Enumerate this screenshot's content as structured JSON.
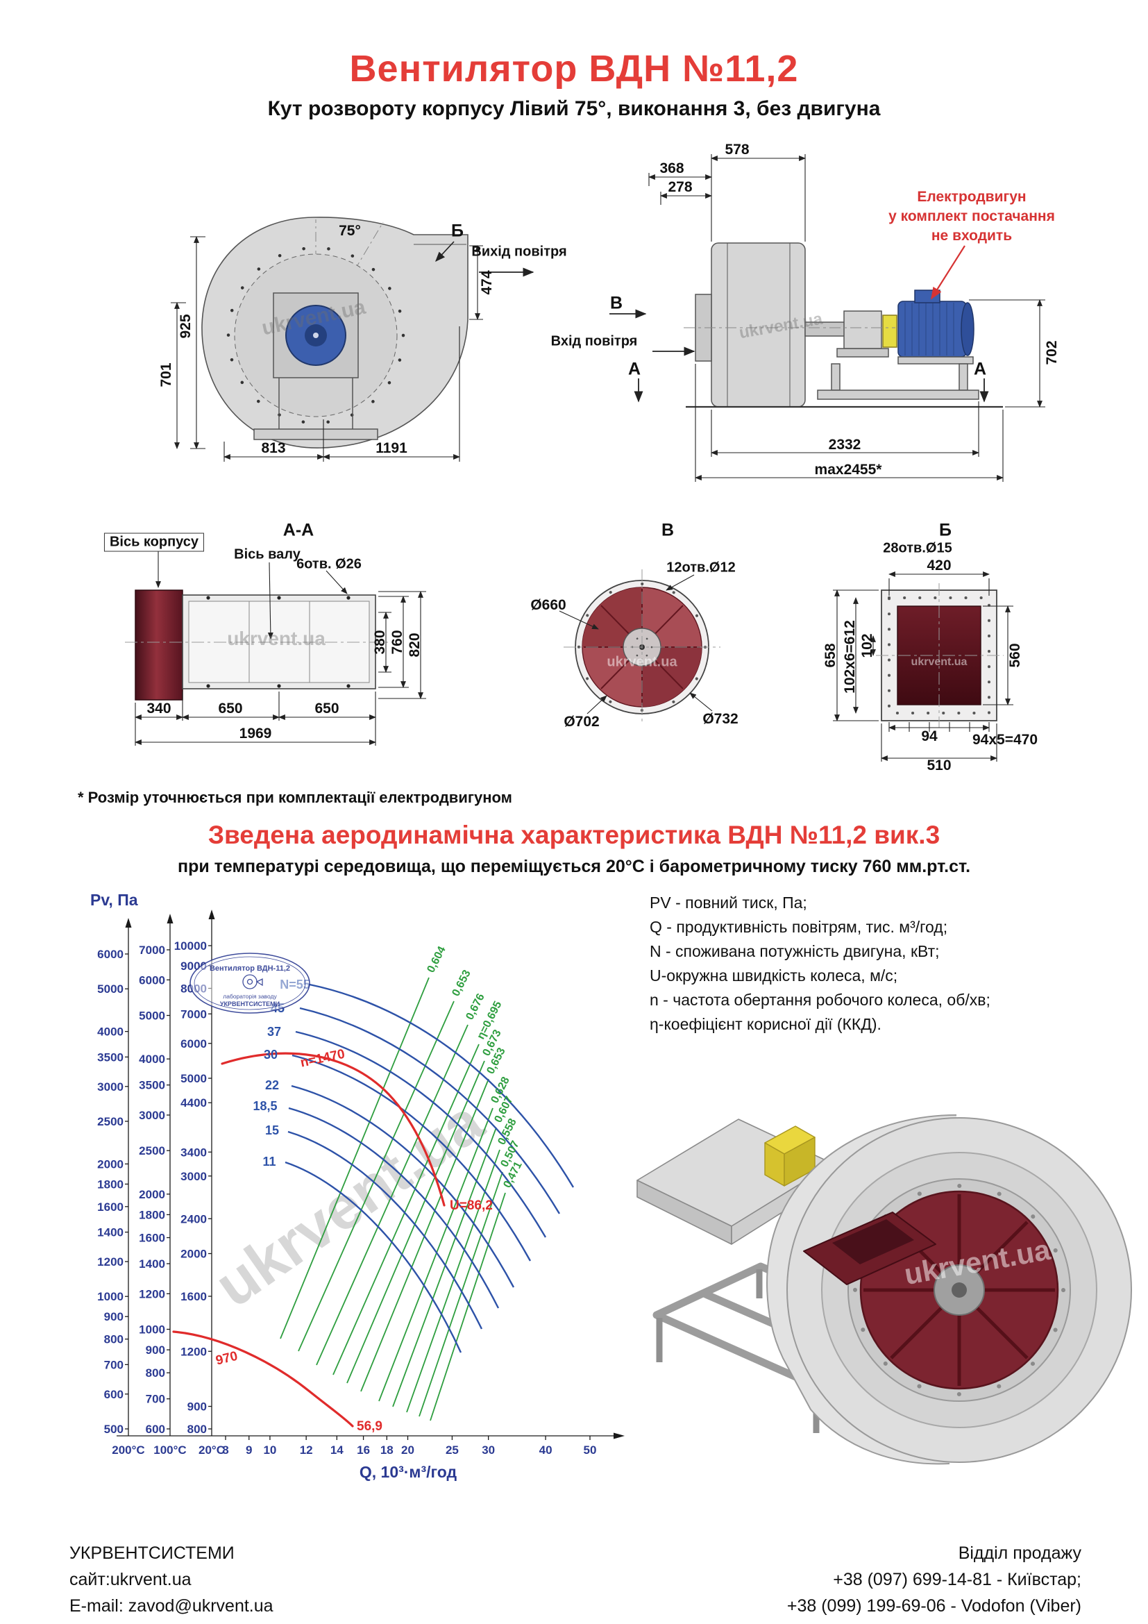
{
  "watermark": "ukrvent.ua",
  "header": {
    "title": "Вентилятор  ВДН №11,2",
    "subtitle": "Кут розвороту корпусу Лівий 75°, виконання 3, без двигуна"
  },
  "front_view": {
    "angle": "75°",
    "mark_b": "Б",
    "air_out": "Вихід повітря",
    "dim_474": "474",
    "dim_925": "925",
    "dim_701": "701",
    "dim_813": "813",
    "dim_1191": "1191"
  },
  "side_view": {
    "note_line1": "Електродвигун",
    "note_line2": "у комплект постачання",
    "note_line3": "не входить",
    "mark_v": "В",
    "air_in": "Вхід повітря",
    "mark_a": "А",
    "dim_578": "578",
    "dim_368": "368",
    "dim_278": "278",
    "dim_702": "702",
    "dim_2332": "2332",
    "dim_max2455": "max2455*"
  },
  "section_aa": {
    "title": "А-А",
    "axis_housing": "Вісь корпусу",
    "axis_shaft": "Вісь валу",
    "holes": "6отв. Ø26",
    "dim_380": "380",
    "dim_760": "760",
    "dim_820": "820",
    "dim_340": "340",
    "dim_650a": "650",
    "dim_650b": "650",
    "dim_1969": "1969"
  },
  "section_v": {
    "title": "В",
    "holes": "12отв.Ø12",
    "dim_660": "Ø660",
    "dim_702": "Ø702",
    "dim_732": "Ø732"
  },
  "section_b": {
    "title": "Б",
    "holes": "28отв.Ø15",
    "dim_420": "420",
    "dim_658": "658",
    "dim_102x6": "102х6=612",
    "dim_102": "102",
    "dim_560": "560",
    "dim_94": "94",
    "dim_94x5": "94х5=470",
    "dim_510": "510"
  },
  "footnote": "* Розмір уточнюється при комплектації електродвигуном",
  "aero": {
    "heading": "Зведена аеродинамічна характеристика ВДН №11,2 вик.3",
    "subheading": "при температурі середовища, що переміщується 20°С і барометричному тиску 760 мм.рт.ст.",
    "legend": [
      "PV - повний тиск, Па;",
      "Q - продуктивність повітрям, тис. м³/год;",
      "N - споживана потужність двигуна, кВт;",
      "U-окружна швидкість колеса, м/с;",
      "n - частота обертання робочого колеса, об/хв;",
      "η-коефіцієнт корисної дії (ККД)."
    ]
  },
  "chart_data": {
    "type": "line",
    "title": "Зведена аеродинамічна характеристика ВДН №11,2 вик.3",
    "ylabel": "Pv, Па",
    "xlabel": "Q, 10³·м³/год",
    "x_scale": "log",
    "x_ticks": [
      "8",
      "9",
      "10",
      "12",
      "14",
      "16",
      "18",
      "20",
      "25",
      "30",
      "40",
      "50"
    ],
    "temp_scales": [
      {
        "label": "200°C",
        "ticks": [
          "6000",
          "5000",
          "4000",
          "3500",
          "3000",
          "2500",
          "2000",
          "1800",
          "1600",
          "1400",
          "1200",
          "1000",
          "900",
          "800",
          "700",
          "600",
          "500"
        ]
      },
      {
        "label": "100°C",
        "ticks": [
          "7000",
          "6000",
          "5000",
          "4000",
          "3500",
          "3000",
          "2500",
          "2000",
          "1800",
          "1600",
          "1400",
          "1200",
          "1000",
          "900",
          "800",
          "700",
          "600"
        ]
      },
      {
        "label": "20°C",
        "ticks": [
          "10000",
          "9000",
          "8000",
          "7000",
          "6000",
          "5000",
          "4400",
          "3400",
          "3000",
          "2400",
          "2000",
          "1600",
          "1200",
          "900",
          "800"
        ]
      }
    ],
    "power_curves_kw": [
      "N=55",
      "45",
      "37",
      "30",
      "22",
      "18,5",
      "15",
      "11"
    ],
    "efficiency_labels": [
      "0,604",
      "0,653",
      "0,676",
      "η=0,695",
      "0,673",
      "0,653",
      "0,628",
      "0,607",
      "0,558",
      "0,507",
      "0,471"
    ],
    "speed_curves": [
      {
        "label": "n=1470",
        "end_label": "U=86,2"
      },
      {
        "label": "970",
        "end_label": "56,9"
      }
    ],
    "stamp": {
      "line1": "Вентилятор ВДН-11,2",
      "line2": "лабораторія заводу",
      "line3": "УКРВЕНТСИСТЕМИ"
    }
  },
  "footer": {
    "company": "УКРВЕНТСИСТЕМИ",
    "site": "сайт:ukrvent.ua",
    "email": "E-mail: zavod@ukrvent.ua",
    "dept": "Відділ продажу",
    "phone1": "+38 (097) 699-14-81 - Київстар;",
    "phone2": "+38 (099) 199-69-06 - Vodofon (Viber)"
  }
}
